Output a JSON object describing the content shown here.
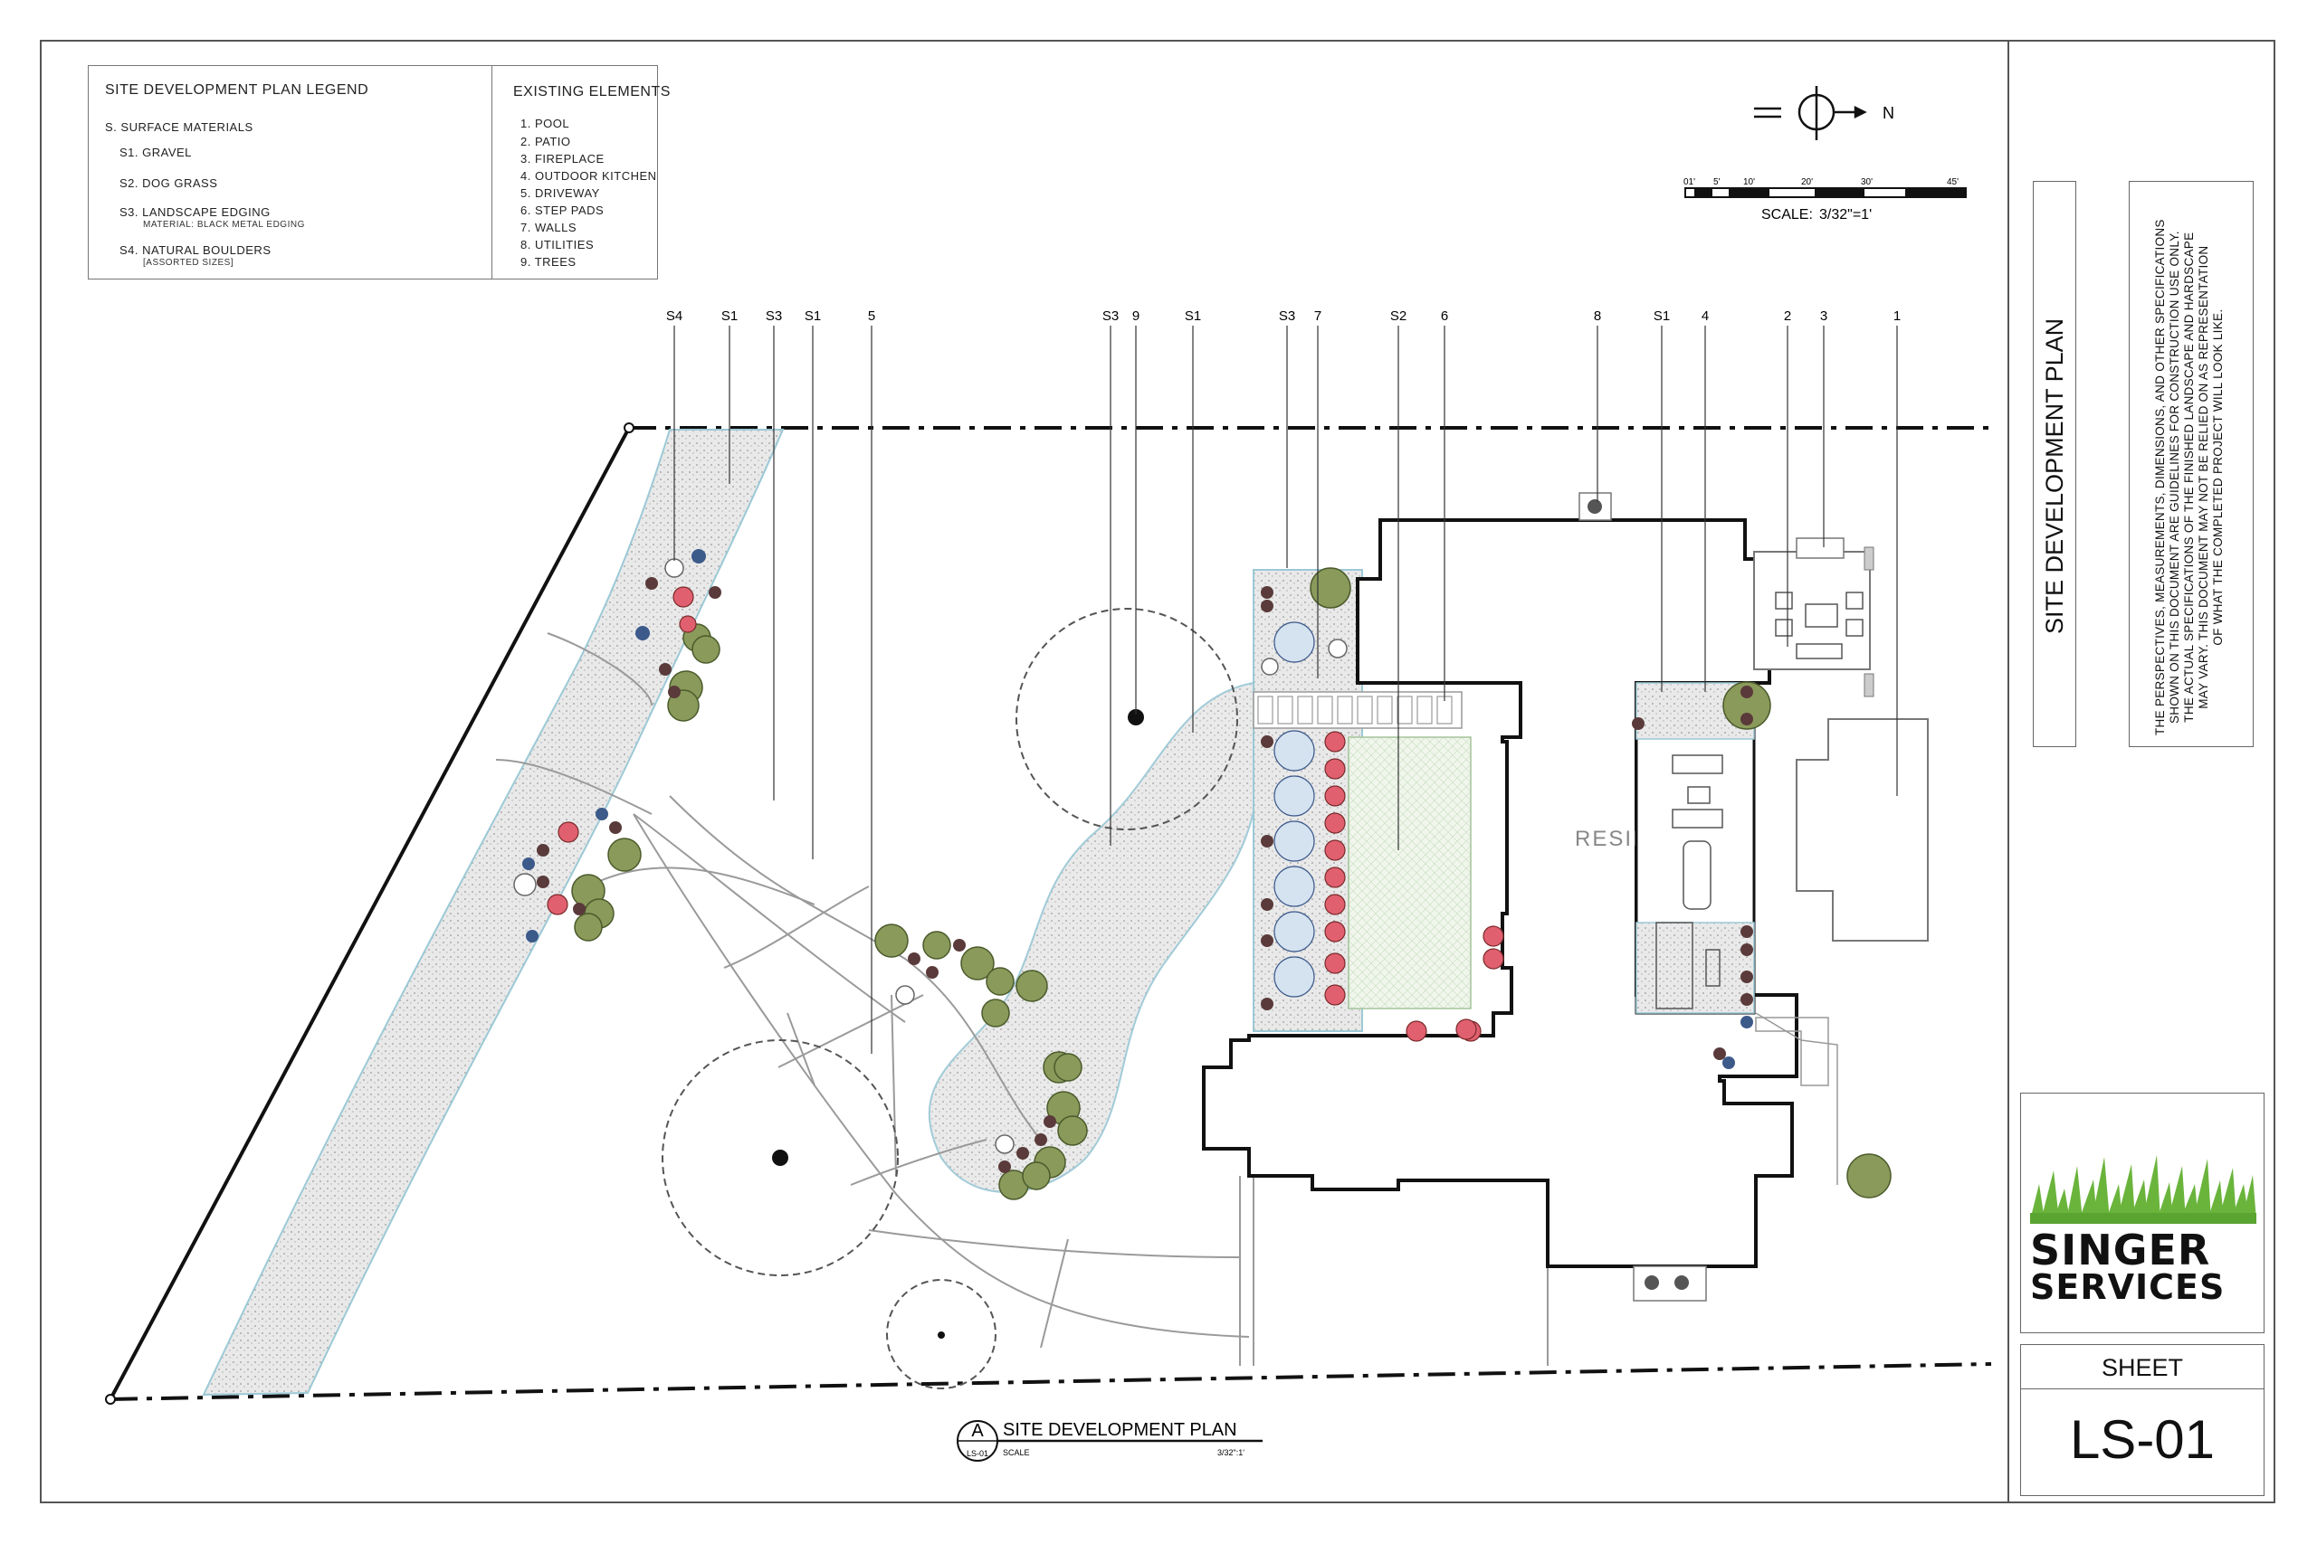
{
  "legend": {
    "title": "SITE DEVELOPMENT PLAN LEGEND",
    "section": "S. SURFACE MATERIALS",
    "items": [
      {
        "label": "S1. GRAVEL",
        "sub": ""
      },
      {
        "label": "S2. DOG GRASS",
        "sub": ""
      },
      {
        "label": "S3. LANDSCAPE EDGING",
        "sub": "MATERIAL: BLACK METAL EDGING"
      },
      {
        "label": "S4. NATURAL BOULDERS",
        "sub": "[ASSORTED SIZES]"
      }
    ]
  },
  "existing": {
    "title": "EXISTING ELEMENTS",
    "items": [
      "1. POOL",
      "2. PATIO",
      "3. FIREPLACE",
      "4. OUTDOOR KITCHEN",
      "5. DRIVEWAY",
      "6. STEP PADS",
      "7. WALLS",
      "8. UTILITIES",
      "9. TREES"
    ]
  },
  "north": {
    "letter": "N"
  },
  "scale": {
    "ticks": [
      "01'",
      "5'",
      "10'",
      "20'",
      "30'",
      "45'"
    ],
    "label": "SCALE:",
    "value": "3/32\"=1'"
  },
  "callouts": [
    "S4",
    "S1",
    "S3",
    "S1",
    "5",
    "S3",
    "9",
    "S1",
    "S3",
    "7",
    "S2",
    "6",
    "8",
    "S1",
    "4",
    "2",
    "3",
    "1"
  ],
  "plan": {
    "residence": "RESIDENCE"
  },
  "plan_title": {
    "marker": "A",
    "sheet_ref": "LS-01",
    "title": "SITE DEVELOPMENT PLAN",
    "scale_label": "SCALE",
    "scale_value": "3/32\":1'"
  },
  "title_block": {
    "sheet_title": "SITE DEVELOPMENT PLAN",
    "disclaimer": [
      "THE PERSPECTIVES, MEASUREMENTS, DIMENSIONS, AND OTHER SPECIFICATIONS",
      "SHOWN ON THIS DOCUMENT ARE GUIDELINES FOR CONSTRUCTION USE ONLY.",
      "THE ACTUAL SPECIFICATIONS OF THE FINISHED LANDSCAPE AND HARDSCAPE",
      "MAY VARY. THIS DOCUMENT MAY NOT BE RELIED ON AS REPRESENTATION",
      "OF WHAT THE COMPLETED PROJECT WILL LOOK LIKE."
    ],
    "logo_line1": "SINGER",
    "logo_line2": "SERVICES",
    "sheet_label": "SHEET",
    "sheet_number": "LS-01"
  },
  "colors": {
    "line": "#111111",
    "gravel": "#e6e6e6",
    "grass": "#eef5e8",
    "edging": "#9cc9d6",
    "shrub_green": "#8a9a5b",
    "flower_red": "#e06070",
    "plant_blue": "#3c5a8a",
    "dark_shrub": "#5a3a3a",
    "logo_grass": "#6ab43c"
  }
}
